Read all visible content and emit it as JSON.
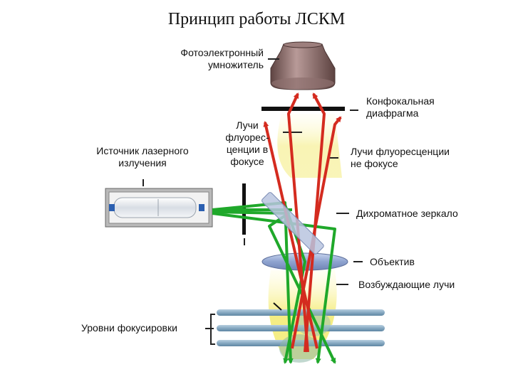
{
  "title": "Принцип работы ЛСКМ",
  "labels": {
    "photomultiplier": "Фотоэлектронный\nумножитель",
    "laser_source": "Источник лазерного\nизлучения",
    "focus_rays": "Лучи\nфлуорес-\nценции в\nфокусе",
    "confocal_diaphragm": "Конфокальная\nдиафрагма",
    "out_of_focus_rays": "Лучи флуоресценции\nне фокусе",
    "dichroic_mirror": "Дихроматное зеркало",
    "objective": "Объектив",
    "excitation_rays": "Возбуждающие лучи",
    "focus_levels": "Уровни фокусировки"
  },
  "colors": {
    "excitation": "#1fa82a",
    "fluorescence": "#d42b1f",
    "glow": "#f6ef8a",
    "focus_plane": "#8fb1c8",
    "lens": "#9bb0d6",
    "pmt": "#7a5a58"
  }
}
